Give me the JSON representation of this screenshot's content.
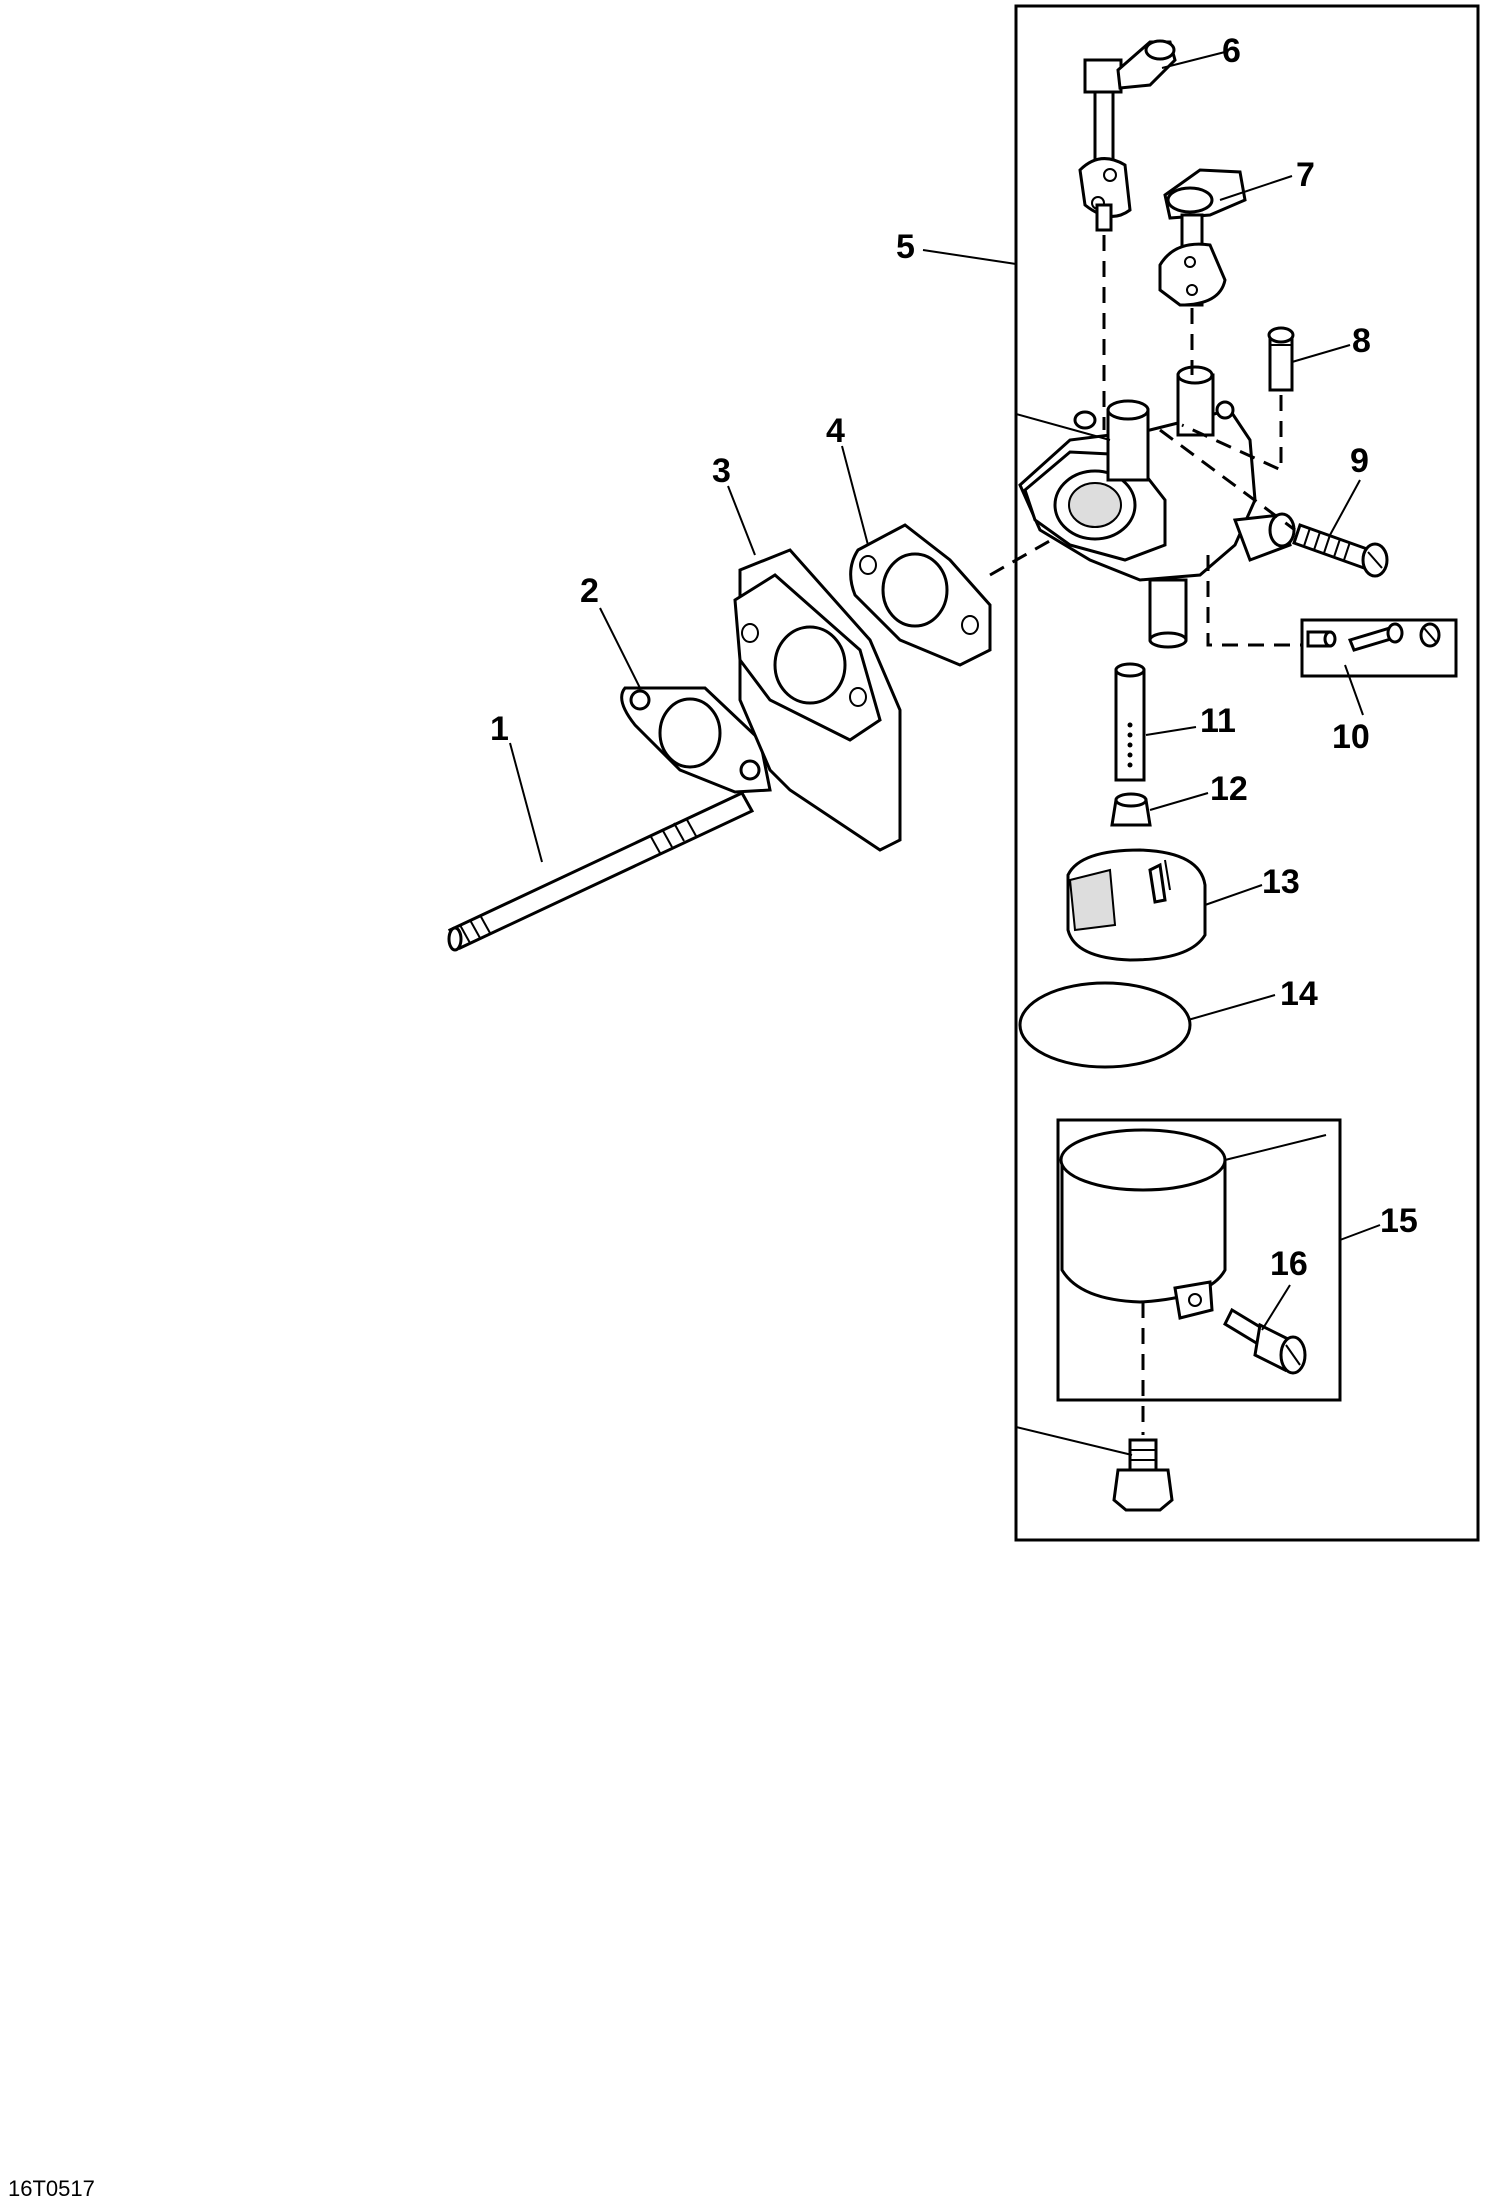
{
  "diagram": {
    "figure_id": "16T0517",
    "callouts": [
      "1",
      "2",
      "3",
      "4",
      "5",
      "6",
      "7",
      "8",
      "9",
      "10",
      "11",
      "12",
      "13",
      "14",
      "15",
      "16"
    ]
  }
}
